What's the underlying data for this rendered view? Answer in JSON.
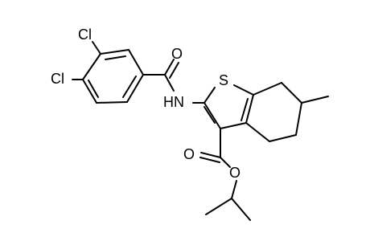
{
  "molecule": {
    "atoms": {
      "cl_top": "Cl",
      "cl_left": "Cl",
      "amide_o": "O",
      "amide_n": "HN",
      "sulfur": "S",
      "ester_o_carbonyl": "O",
      "ester_o_single": "O"
    }
  },
  "colors": {
    "bond": "#000000",
    "label": "#000000",
    "background": "#ffffff"
  }
}
